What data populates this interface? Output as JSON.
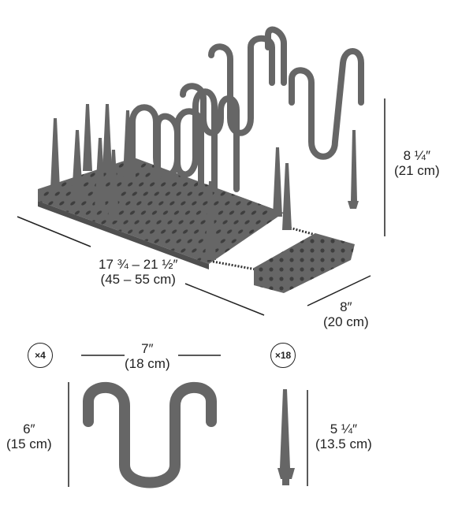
{
  "product": {
    "rack": {
      "height": {
        "imperial": "8 ¼″",
        "metric": "(21 cm)"
      },
      "length": {
        "imperial": "17 ¾ – 21 ½″",
        "metric": "(45 – 55 cm)"
      },
      "width": {
        "imperial": "8″",
        "metric": "(20 cm)"
      }
    },
    "divider": {
      "quantity": "×4",
      "width": {
        "imperial": "7″",
        "metric": "(18 cm)"
      },
      "height": {
        "imperial": "6″",
        "metric": "(15 cm)"
      }
    },
    "peg": {
      "quantity": "×18",
      "height": {
        "imperial": "5 ¼″",
        "metric": "(13.5 cm)"
      }
    },
    "colors": {
      "product": "#666666",
      "product_dark": "#4f4f4f",
      "lines": "#222222"
    }
  }
}
